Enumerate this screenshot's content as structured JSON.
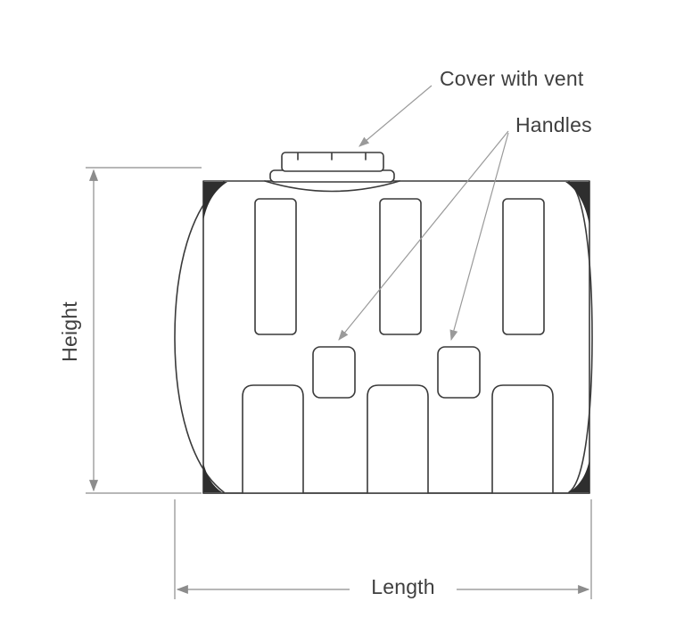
{
  "diagram": {
    "type": "technical-line-drawing",
    "subject": "horizontal leg tank front view with dimension callouts",
    "labels": {
      "cover": "Cover with vent",
      "handles": "Handles",
      "height": "Height",
      "length": "Length"
    },
    "colors": {
      "background": "#ffffff",
      "drawing_line": "#3a3a3a",
      "corner_fill": "#2e2e2e",
      "dimension_line": "#8c8c8c",
      "leader_line": "#9a9a9a",
      "text": "#3f3f3f"
    }
  }
}
